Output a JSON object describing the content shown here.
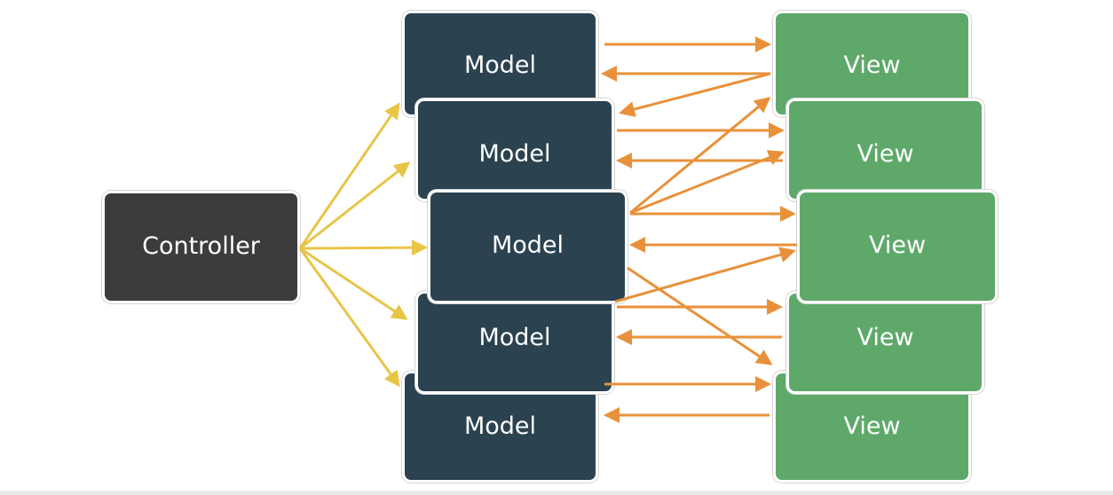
{
  "controller": {
    "label": "Controller"
  },
  "models": [
    {
      "label": "Model"
    },
    {
      "label": "Model"
    },
    {
      "label": "Model"
    },
    {
      "label": "Model"
    },
    {
      "label": "Model"
    }
  ],
  "views": [
    {
      "label": "View"
    },
    {
      "label": "View"
    },
    {
      "label": "View"
    },
    {
      "label": "View"
    },
    {
      "label": "View"
    }
  ],
  "colors": {
    "controller": "#3d3b3d",
    "model": "#2b4250",
    "view": "#5ea96a",
    "controller_arrows": "#e8c547",
    "model_view_arrows": "#e8913a"
  }
}
